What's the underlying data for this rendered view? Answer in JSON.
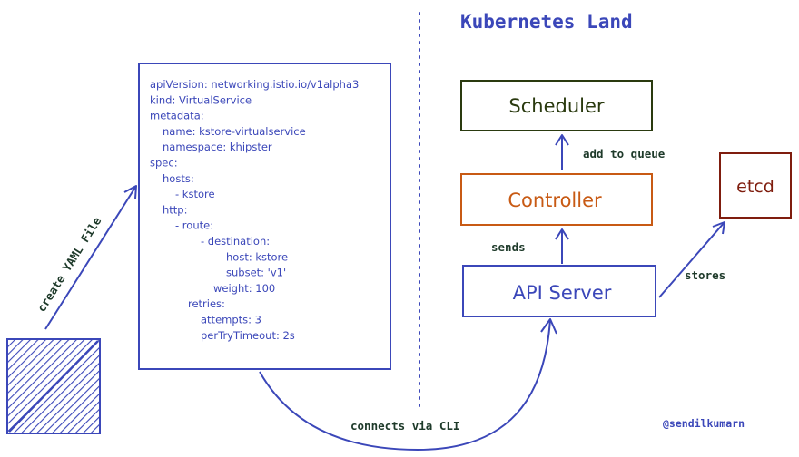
{
  "title": "Kubernetes Land",
  "yaml": {
    "lines": [
      "apiVersion: networking.istio.io/v1alpha3",
      "kind: VirtualService",
      "metadata:",
      "  name: kstore-virtualservice",
      "  namespace: khipster",
      "spec:",
      "  hosts:",
      "    - kstore",
      "  http:",
      "    - route:",
      "        - destination:",
      "            host: kstore",
      "            subset: 'v1'",
      "          weight: 100",
      "      retries:",
      "        attempts: 3",
      "        perTryTimeout: 2s"
    ]
  },
  "boxes": {
    "scheduler": "Scheduler",
    "controller": "Controller",
    "api_server": "API Server",
    "etcd": "etcd"
  },
  "labels": {
    "create_yaml": "create YAML File",
    "add_to_queue": "add to queue",
    "sends": "sends",
    "stores": "stores",
    "connects_via_cli": "connects via CLI",
    "credit": "@sendilkumarn"
  },
  "colors": {
    "blue": "#3b47b9",
    "green_dark": "#2a3a0f",
    "orange": "#c85a14",
    "red_dark": "#7f1d0e",
    "label_dark": "#1e3a2a"
  }
}
